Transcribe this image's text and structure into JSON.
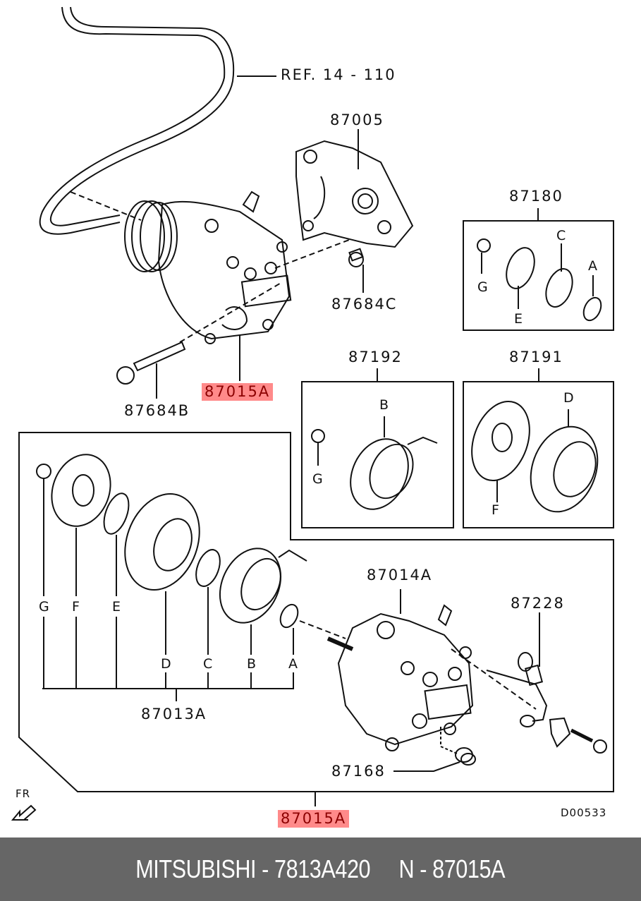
{
  "diagram": {
    "ref_label": "REF. 14 - 110",
    "diagram_code": "D00533",
    "direction_label": "FR",
    "parts": {
      "bracket": "87005",
      "bolt_c": "87684C",
      "bolt_b": "87684B",
      "assembly_top": "87015A",
      "kit_87180": "87180",
      "kit_87192": "87192",
      "kit_87191": "87191",
      "clutch_kit": "87013A",
      "compressor": "87014A",
      "switch": "87228",
      "valve": "87168",
      "assembly_bottom": "87015A"
    },
    "letters": {
      "k180": [
        "G",
        "E",
        "C",
        "A"
      ],
      "k192": [
        "B",
        "G"
      ],
      "k191": [
        "D",
        "F"
      ],
      "clutch_upper": [
        "G",
        "F",
        "E"
      ],
      "clutch_lower": [
        "D",
        "C",
        "B",
        "A"
      ]
    },
    "highlight_color": "#ff8a8a"
  },
  "footer": {
    "text": "MITSUBISHI - 7813A420     N - 87015A"
  }
}
